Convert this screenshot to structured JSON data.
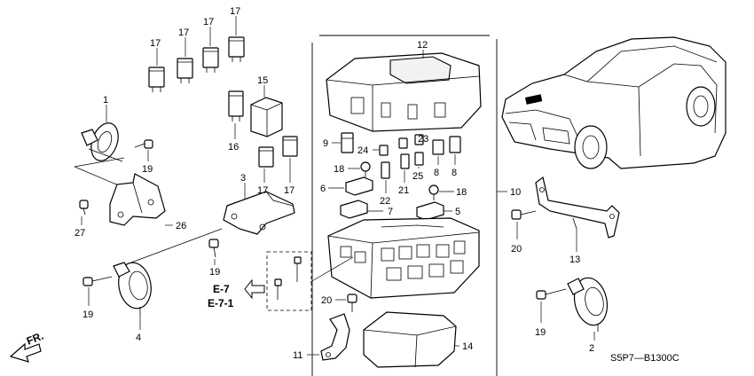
{
  "callouts": {
    "c1": "1",
    "c2": "2",
    "c3": "3",
    "c4": "4",
    "c5": "5",
    "c6": "6",
    "c7": "7",
    "c8a": "8",
    "c8b": "8",
    "c9": "9",
    "c10": "10",
    "c11": "11",
    "c12": "12",
    "c13": "13",
    "c14": "14",
    "c15": "15",
    "c16": "16",
    "c17a": "17",
    "c17b": "17",
    "c17c": "17",
    "c17d": "17",
    "c17e": "17",
    "c17f": "17",
    "c18a": "18",
    "c18b": "18",
    "c19a": "19",
    "c19b": "19",
    "c19c": "19",
    "c19d": "19",
    "c20a": "20",
    "c20b": "20",
    "c21": "21",
    "c22": "22",
    "c23": "23",
    "c24": "24",
    "c25": "25",
    "c26": "26",
    "c27": "27"
  },
  "refs": {
    "ref1": "E-7",
    "ref2": "E-7-1"
  },
  "front_label": "FR.",
  "drawing_code": "S5P7—B1300C"
}
